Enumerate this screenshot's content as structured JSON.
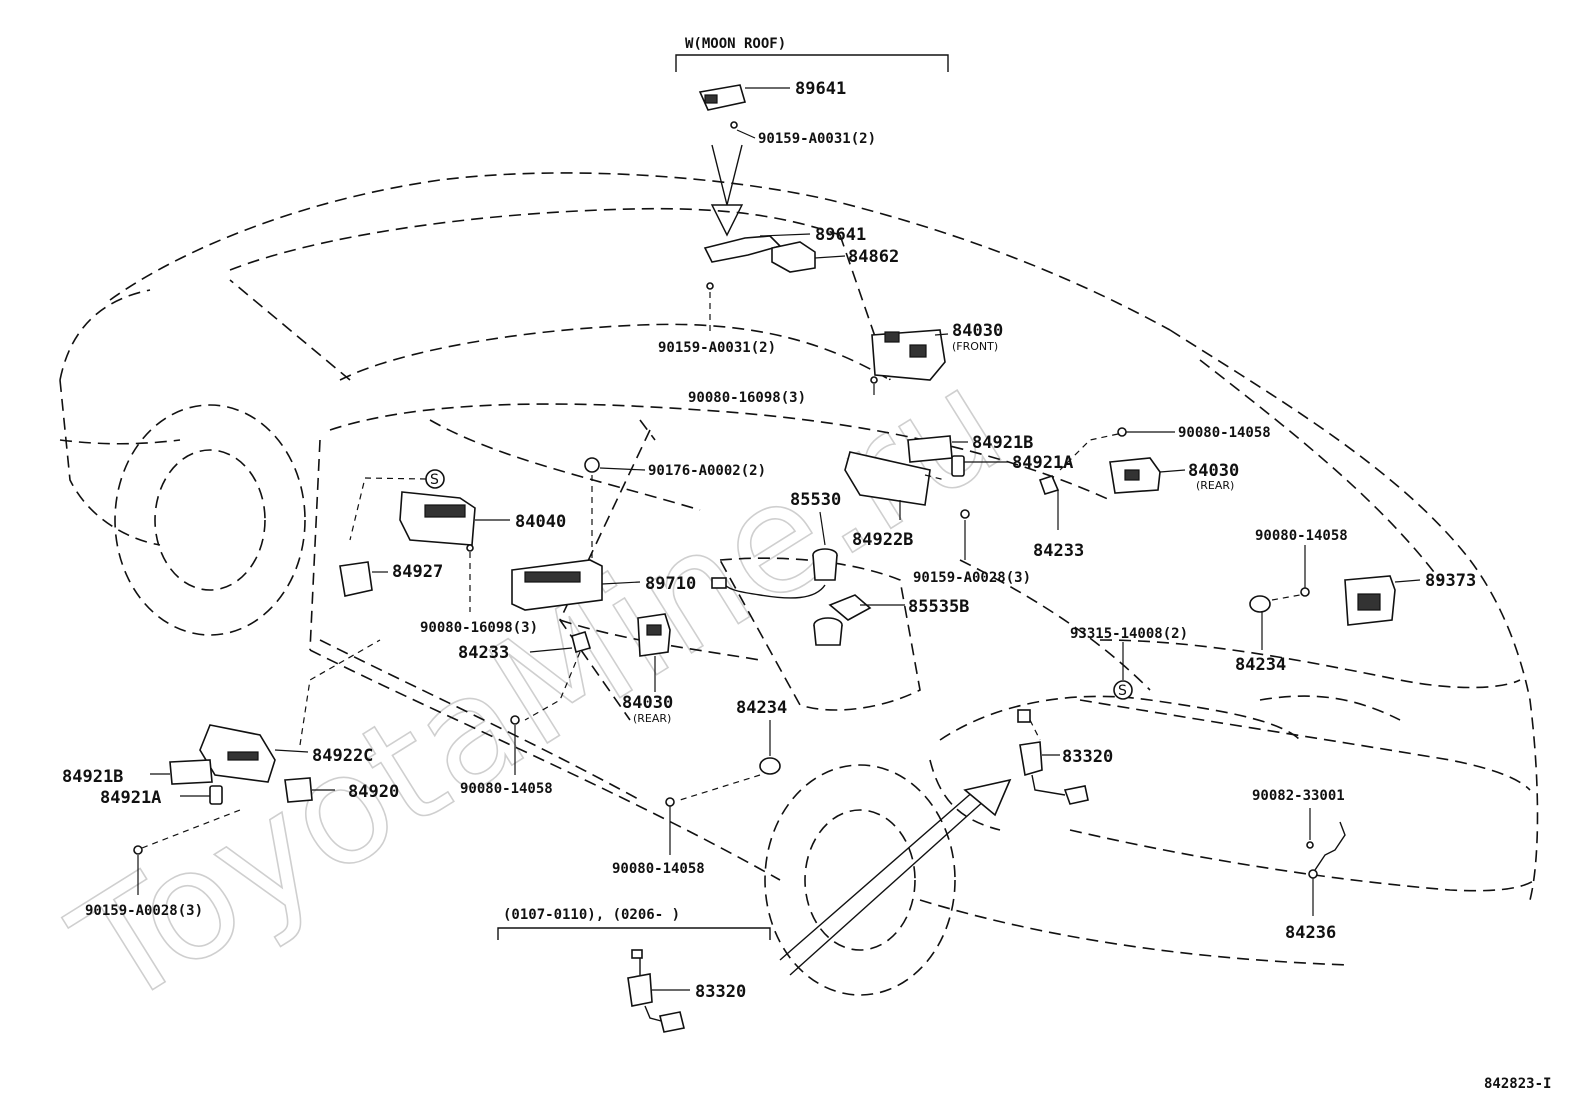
{
  "watermark": "ToyotaMine.ru",
  "figure_number": "842823-I",
  "variant_labels": {
    "moon_roof": "W(MOON ROOF)",
    "date_range": "(0107-0110), (0206-      )"
  },
  "symbol_s": "S",
  "parts": {
    "p89641_top": "89641",
    "p90159_A0031_top": "90159-A0031(2)",
    "p89641": "89641",
    "p84862": "84862",
    "p90159_A0031": "90159-A0031(2)",
    "p84030_front": "84030",
    "p84030_front_note": "(FRONT)",
    "p90080_16098_r": "90080-16098(3)",
    "p84921B_r": "84921B",
    "p84921A_r": "84921A",
    "p90080_14058_r": "90080-14058",
    "p84030_rear_r": "84030",
    "p84030_rear_r_note": "(REAR)",
    "p90176_A0002": "90176-A0002(2)",
    "p85530": "85530",
    "p84922B": "84922B",
    "p84233_r": "84233",
    "p84040": "84040",
    "p84927": "84927",
    "p90159_A0028_mid": "90159-A0028(3)",
    "p90080_14058_rr": "90080-14058",
    "p89373": "89373",
    "p89710": "89710",
    "p85535B": "85535B",
    "p90080_16098_l": "90080-16098(3)",
    "p84233_l": "84233",
    "p93315_14008": "93315-14008(2)",
    "p84234_r": "84234",
    "p84030_rear_l": "84030",
    "p84030_rear_l_note": "(REAR)",
    "p84234_l": "84234",
    "p83320": "83320",
    "p84922C": "84922C",
    "p84921B_l": "84921B",
    "p84921A_l": "84921A",
    "p84920": "84920",
    "p90080_14058_a": "90080-14058",
    "p90082_33001": "90082-33001",
    "p90080_14058_b": "90080-14058",
    "p90159_A0028_l": "90159-A0028(3)",
    "p84236": "84236",
    "p83320_detail": "83320"
  }
}
